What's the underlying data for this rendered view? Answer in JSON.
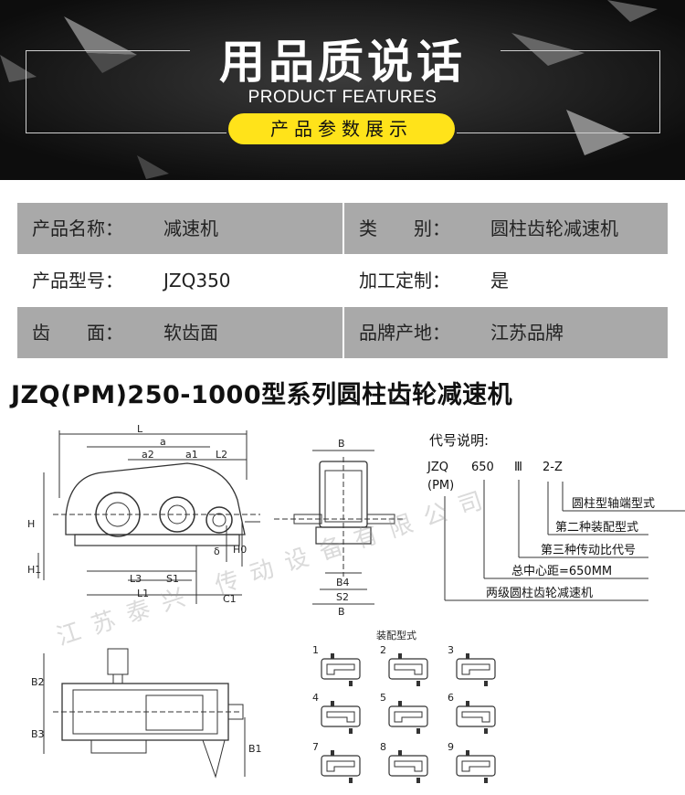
{
  "banner": {
    "title_cn": "用品质说话",
    "title_en": "PRODUCT FEATURES",
    "pill": "产品参数展示"
  },
  "params": [
    {
      "shaded": true,
      "left": {
        "label": "产品名称：",
        "value": "减速机"
      },
      "right": {
        "label": "类　　别：",
        "value": "圆柱齿轮减速机"
      }
    },
    {
      "shaded": false,
      "left": {
        "label": "产品型号：",
        "value": "JZQ350"
      },
      "right": {
        "label": "加工定制：",
        "value": "是"
      }
    },
    {
      "shaded": true,
      "left": {
        "label": "齿　　面：",
        "value": "软齿面"
      },
      "right": {
        "label": "品牌产地：",
        "value": "江苏品牌"
      }
    }
  ],
  "heading": "JZQ(PM)250-1000型系列圆柱齿轮减速机",
  "watermark": "江苏泰兴  传动设备有限公司",
  "drawing": {
    "dims_side": {
      "L": "L",
      "a": "a",
      "a2": "a2",
      "a1": "a1",
      "L2": "L2",
      "H": "H",
      "H1": "H1",
      "H0": "H0",
      "delta": "δ",
      "L3": "L3",
      "S1": "S1",
      "L1": "L1",
      "C1": "C1"
    },
    "dims_end": {
      "B_top": "B",
      "B4": "B4",
      "S2": "S2",
      "B_bottom": "B"
    },
    "dims_plan": {
      "B2": "B2",
      "B3": "B3",
      "B1": "B1"
    },
    "legend": {
      "title": "代号说明:",
      "code_1": "JZQ",
      "code_1b": "(PM)",
      "code_2": "650",
      "code_3": "Ⅲ",
      "code_4": "2-Z",
      "items": [
        "圆柱型轴端型式",
        "第二种装配型式",
        "第三种传动比代号",
        "总中心距=650MM",
        "两级圆柱齿轮减速机"
      ]
    },
    "assembly": {
      "title": "装配型式",
      "numbers": [
        "1",
        "2",
        "3",
        "4",
        "5",
        "6",
        "7",
        "8",
        "9"
      ]
    }
  }
}
